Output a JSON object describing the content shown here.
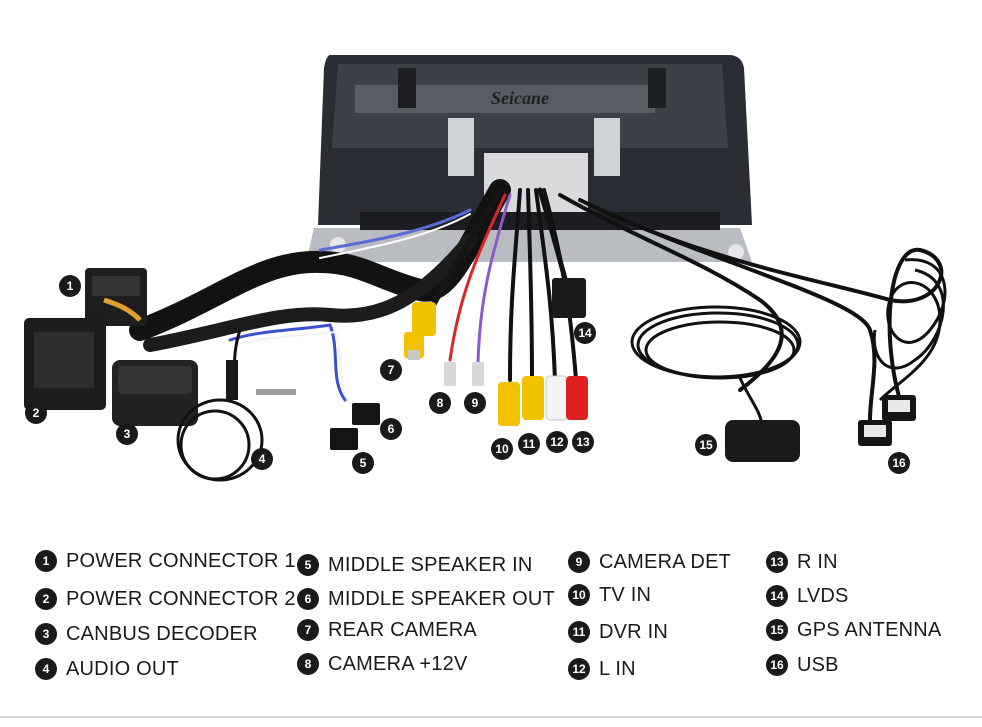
{
  "brand": "Seicane",
  "callouts": [
    {
      "num": "1",
      "label": "POWER CONNECTOR 1"
    },
    {
      "num": "2",
      "label": "POWER CONNECTOR 2"
    },
    {
      "num": "3",
      "label": "CANBUS DECODER"
    },
    {
      "num": "4",
      "label": "AUDIO OUT"
    },
    {
      "num": "5",
      "label": "MIDDLE SPEAKER IN"
    },
    {
      "num": "6",
      "label": "MIDDLE SPEAKER OUT"
    },
    {
      "num": "7",
      "label": "REAR CAMERA"
    },
    {
      "num": "8",
      "label": "CAMERA +12V"
    },
    {
      "num": "9",
      "label": "CAMERA DET"
    },
    {
      "num": "10",
      "label": "TV IN"
    },
    {
      "num": "11",
      "label": "DVR IN"
    },
    {
      "num": "12",
      "label": "L IN"
    },
    {
      "num": "13",
      "label": "R IN"
    },
    {
      "num": "14",
      "label": "LVDS"
    },
    {
      "num": "15",
      "label": "GPS ANTENNA"
    },
    {
      "num": "16",
      "label": "USB"
    }
  ],
  "colors": {
    "marker": "#1a1a1a",
    "rca_yellow": "#f2c200",
    "rca_white": "#f4f4f4",
    "rca_red": "#e02020",
    "cable_black": "#111111"
  }
}
